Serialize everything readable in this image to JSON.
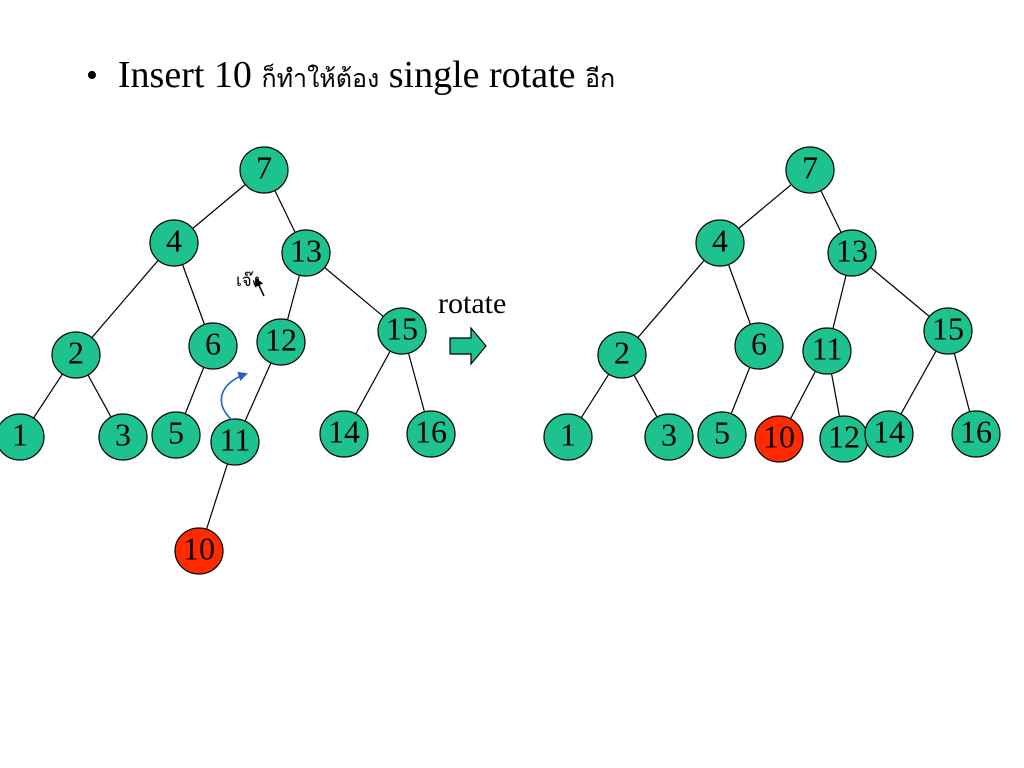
{
  "title": {
    "bullet": "•",
    "parts": [
      "Insert 10 ",
      "ก็ทำให้ต้อง",
      " single rotate ",
      "อีก"
    ]
  },
  "colors": {
    "node": "#1dc28e",
    "inserted": "#ff2a00",
    "edge": "#000000",
    "arrow_fill": "#1dc28e",
    "curve": "#2a5cc4"
  },
  "before_tree": {
    "nodes": [
      {
        "key": 7,
        "label": "7"
      },
      {
        "key": 4,
        "label": "4"
      },
      {
        "key": 13,
        "label": "13"
      },
      {
        "key": 2,
        "label": "2"
      },
      {
        "key": 6,
        "label": "6"
      },
      {
        "key": 12,
        "label": "12"
      },
      {
        "key": 15,
        "label": "15"
      },
      {
        "key": 1,
        "label": "1"
      },
      {
        "key": 3,
        "label": "3"
      },
      {
        "key": 5,
        "label": "5"
      },
      {
        "key": 11,
        "label": "11"
      },
      {
        "key": 14,
        "label": "14"
      },
      {
        "key": 16,
        "label": "16"
      },
      {
        "key": 10,
        "label": "10",
        "inserted": true
      }
    ],
    "edges": [
      [
        7,
        4
      ],
      [
        7,
        13
      ],
      [
        4,
        2
      ],
      [
        4,
        6
      ],
      [
        13,
        12
      ],
      [
        13,
        15
      ],
      [
        2,
        1
      ],
      [
        2,
        3
      ],
      [
        6,
        5
      ],
      [
        12,
        11
      ],
      [
        15,
        14
      ],
      [
        15,
        16
      ],
      [
        11,
        10
      ]
    ],
    "annotation": "เจ๊ง"
  },
  "transition_label": "rotate",
  "after_tree": {
    "nodes": [
      {
        "key": 7,
        "label": "7"
      },
      {
        "key": 4,
        "label": "4"
      },
      {
        "key": 13,
        "label": "13"
      },
      {
        "key": 2,
        "label": "2"
      },
      {
        "key": 6,
        "label": "6"
      },
      {
        "key": 11,
        "label": "11"
      },
      {
        "key": 15,
        "label": "15"
      },
      {
        "key": 1,
        "label": "1"
      },
      {
        "key": 3,
        "label": "3"
      },
      {
        "key": 5,
        "label": "5"
      },
      {
        "key": 10,
        "label": "10",
        "inserted": true
      },
      {
        "key": 12,
        "label": "12"
      },
      {
        "key": 14,
        "label": "14"
      },
      {
        "key": 16,
        "label": "16"
      }
    ],
    "edges": [
      [
        7,
        4
      ],
      [
        7,
        13
      ],
      [
        4,
        2
      ],
      [
        4,
        6
      ],
      [
        13,
        11
      ],
      [
        13,
        15
      ],
      [
        2,
        1
      ],
      [
        2,
        3
      ],
      [
        6,
        5
      ],
      [
        11,
        10
      ],
      [
        11,
        12
      ],
      [
        15,
        14
      ],
      [
        15,
        16
      ]
    ]
  }
}
